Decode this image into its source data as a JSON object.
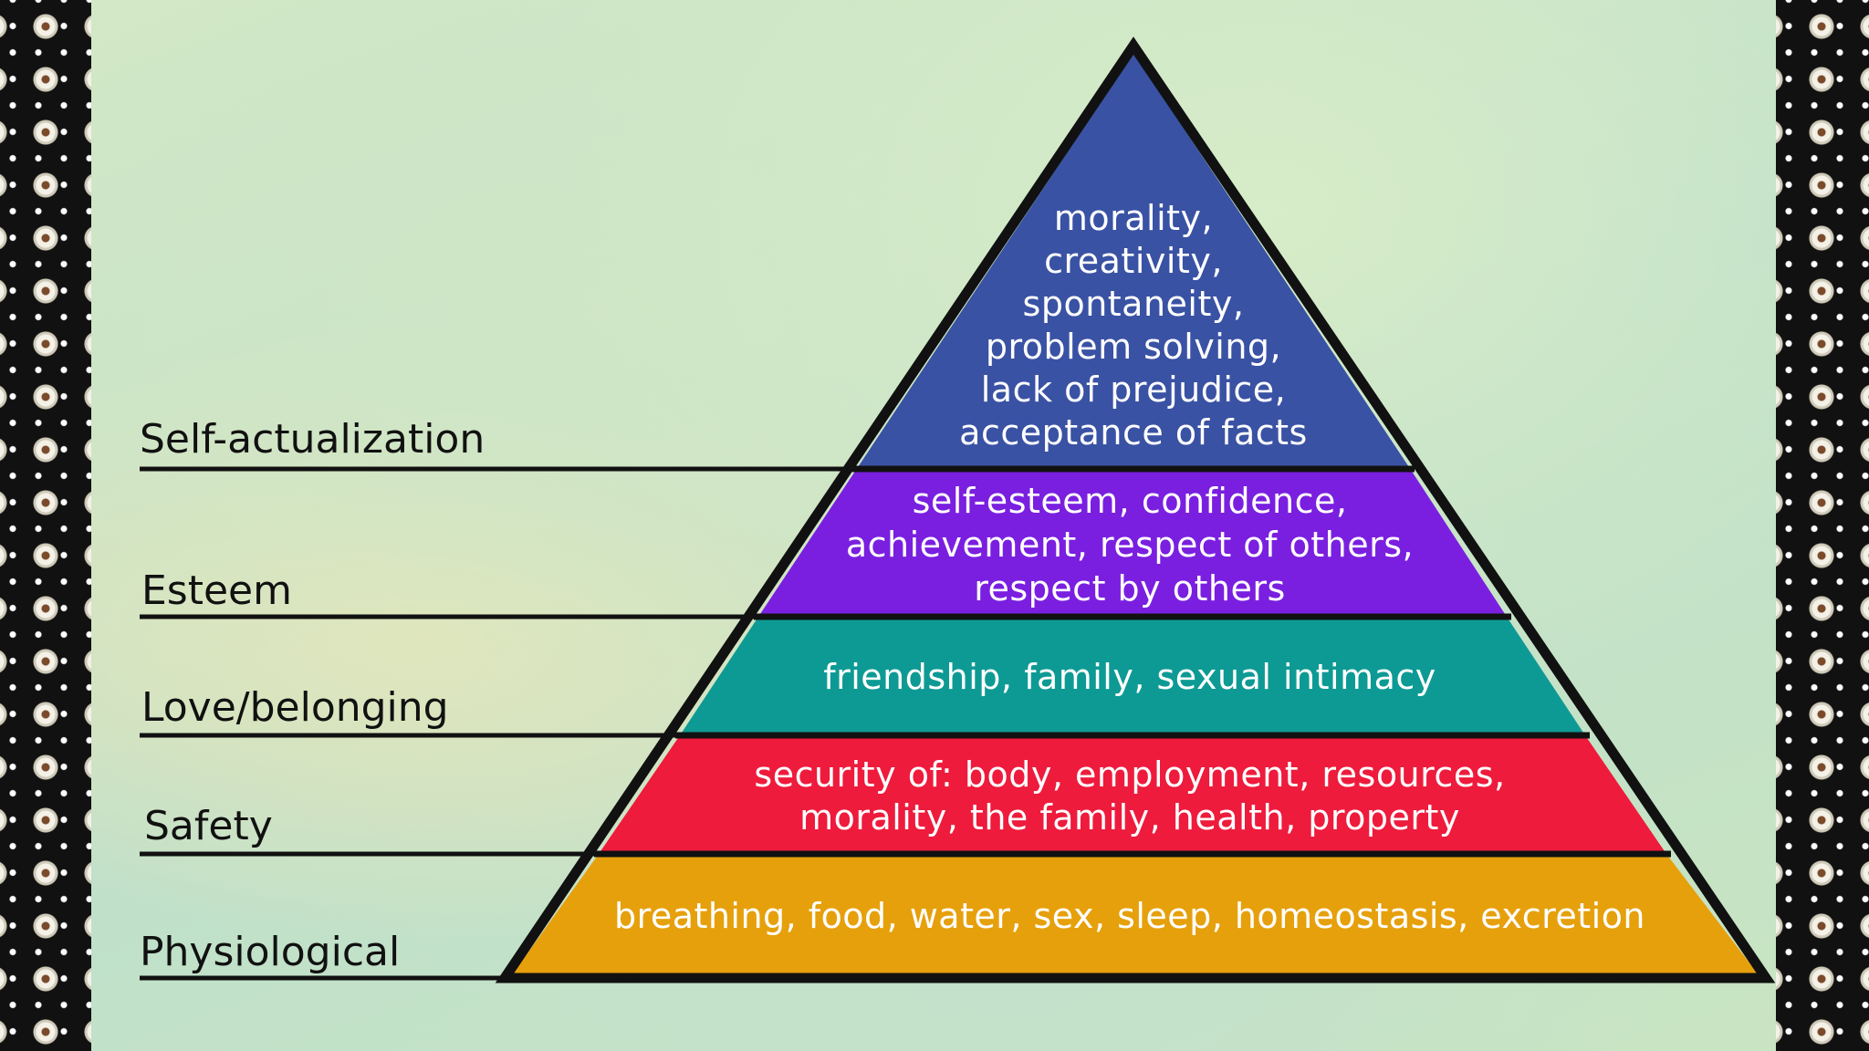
{
  "colors": {
    "self_actualization": "#3a52a4",
    "esteem": "#7a1fe0",
    "love_belonging": "#0e9a94",
    "safety": "#ee1b3c",
    "physiological": "#e6a00c",
    "outline": "#111111"
  },
  "pyramid": {
    "levels": [
      {
        "label": "Self-actualization",
        "lines": [
          "morality,",
          "creativity,",
          "spontaneity,",
          "problem solving,",
          "lack of prejudice,",
          "acceptance of facts"
        ]
      },
      {
        "label": "Esteem",
        "lines": [
          "self-esteem, confidence,",
          "achievement, respect of others,",
          "respect by others"
        ]
      },
      {
        "label": "Love/belonging",
        "lines": [
          "friendship, family, sexual intimacy"
        ]
      },
      {
        "label": "Safety",
        "lines": [
          "security of: body, employment, resources,",
          "morality, the family, health, property"
        ]
      },
      {
        "label": "Physiological",
        "lines": [
          "breathing, food, water, sex, sleep, homeostasis, excretion"
        ]
      }
    ]
  }
}
